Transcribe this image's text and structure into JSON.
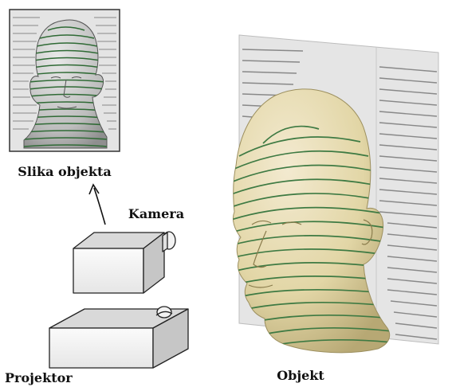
{
  "labels": {
    "image": "Slika objekta",
    "camera": "Kamera",
    "projector": "Projektor",
    "object": "Objekt"
  },
  "colors": {
    "background": "#ffffff",
    "head_fill": "#e2d6a6",
    "head_shade": "#b7a874",
    "stripe": "#3e7a43",
    "screen_fill": "#e3e3e3",
    "screen_stripe": "#8a8a8a",
    "box_front": "#f4f4f4",
    "box_top": "#dcdcdc",
    "box_side": "#c4c4c4",
    "outline": "#222222"
  }
}
